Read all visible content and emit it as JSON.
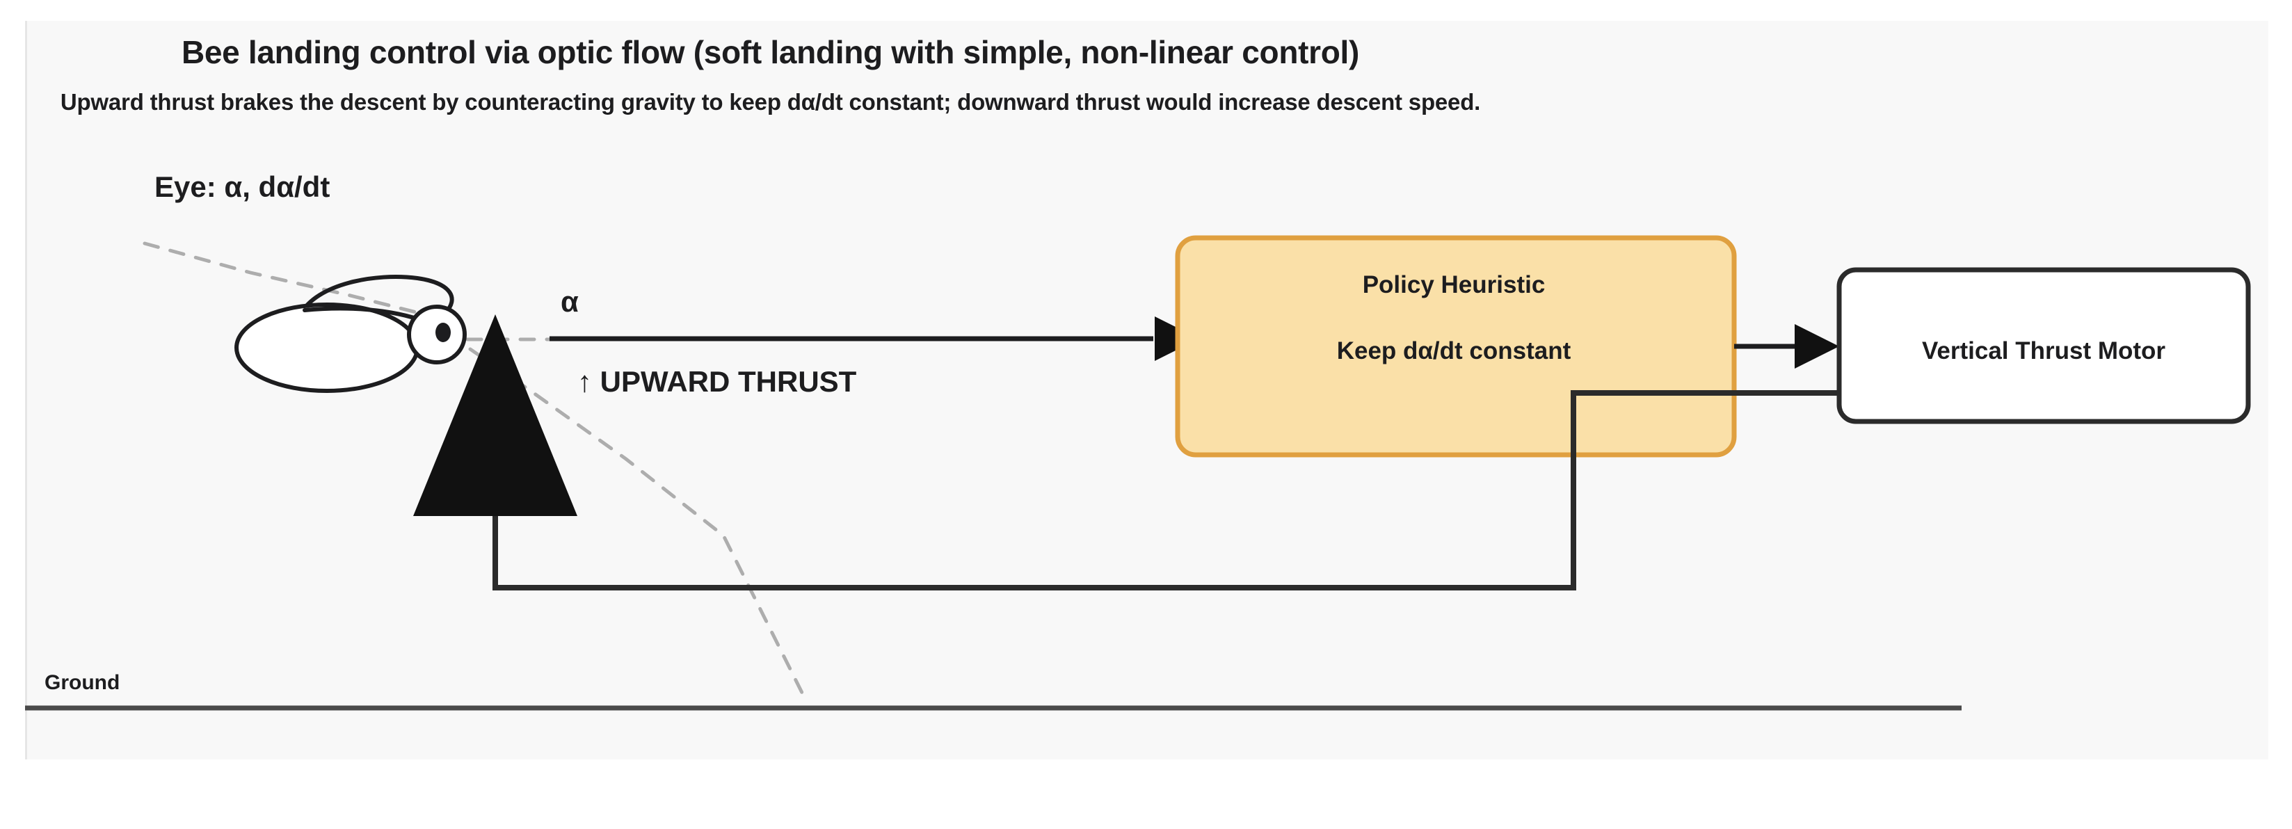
{
  "figure": {
    "title": "Bee landing control via optic flow (soft landing with simple, non-linear control)",
    "subtitle": "Upward thrust brakes the descent by counteracting gravity to keep dα/dt constant; downward thrust would increase descent speed."
  },
  "labels": {
    "eye": "Eye: α, dα/dt",
    "alpha_signal": "α",
    "upward_thrust": "↑ UPWARD THRUST",
    "ground": "Ground"
  },
  "blocks": {
    "policy": {
      "title": "Policy Heuristic",
      "rule": "Keep dα/dt constant",
      "fill": "#FAE0A8",
      "stroke": "#E0A040"
    },
    "motor": {
      "label": "Vertical Thrust Motor",
      "fill": "#FFFFFF",
      "stroke": "#2B2B2B"
    }
  },
  "colors": {
    "page_background": "#FFFFFF",
    "panel_background": "#F8F8F8",
    "ink": "#1D1D1F",
    "line": "#2B2B2B",
    "dashed_guide": "#ADADAD"
  },
  "edges": [
    {
      "from": "bee-eye",
      "to": "policy-heuristic",
      "label": "α",
      "style": "solid-arrow"
    },
    {
      "from": "policy-heuristic",
      "to": "vertical-thrust-motor",
      "label": "",
      "style": "solid-arrow"
    },
    {
      "from": "vertical-thrust-motor",
      "to": "thrust-vector",
      "label": "↑ UPWARD THRUST",
      "style": "solid-feedback"
    }
  ]
}
